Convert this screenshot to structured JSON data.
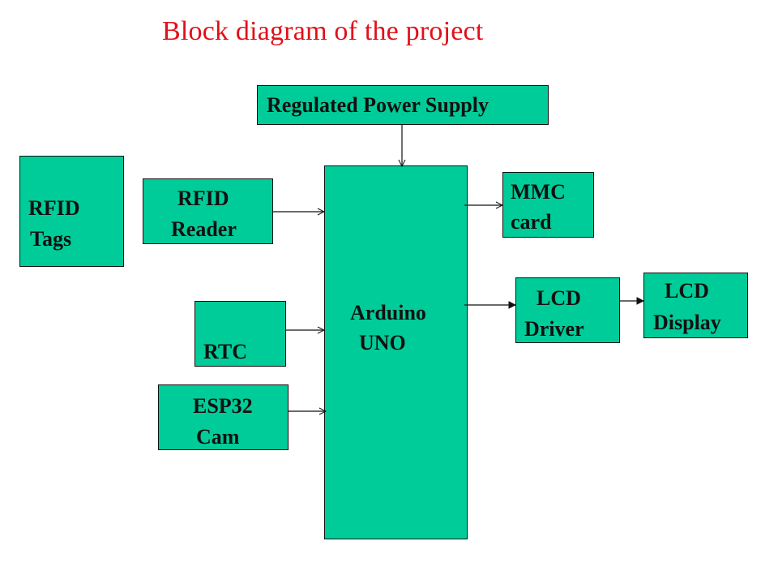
{
  "title": "Block diagram  of the project",
  "colors": {
    "block_fill": "#00cc99",
    "title": "#e0101a",
    "border": "#111111"
  },
  "blocks": {
    "power_supply": {
      "label": "Regulated Power Supply"
    },
    "rfid_tags": {
      "line1": "RFID",
      "line2": "Tags"
    },
    "rfid_reader": {
      "line1": "RFID",
      "line2": "Reader"
    },
    "rtc": {
      "line1": "RTC"
    },
    "esp32_cam": {
      "line1": "ESP32",
      "line2": "Cam"
    },
    "arduino": {
      "line1": "Arduino",
      "line2": "UNO"
    },
    "mmc_card": {
      "line1": "MMC",
      "line2": "card"
    },
    "lcd_driver": {
      "line1": "LCD",
      "line2": "Driver"
    },
    "lcd_display": {
      "line1": "LCD",
      "line2": "Display"
    }
  },
  "connections": [
    {
      "from": "Regulated Power Supply",
      "to": "Arduino UNO"
    },
    {
      "from": "RFID Reader",
      "to": "Arduino UNO"
    },
    {
      "from": "RTC",
      "to": "Arduino UNO"
    },
    {
      "from": "ESP32 Cam",
      "to": "Arduino UNO"
    },
    {
      "from": "Arduino UNO",
      "to": "MMC card"
    },
    {
      "from": "Arduino UNO",
      "to": "LCD Driver"
    },
    {
      "from": "LCD Driver",
      "to": "LCD Display"
    }
  ]
}
